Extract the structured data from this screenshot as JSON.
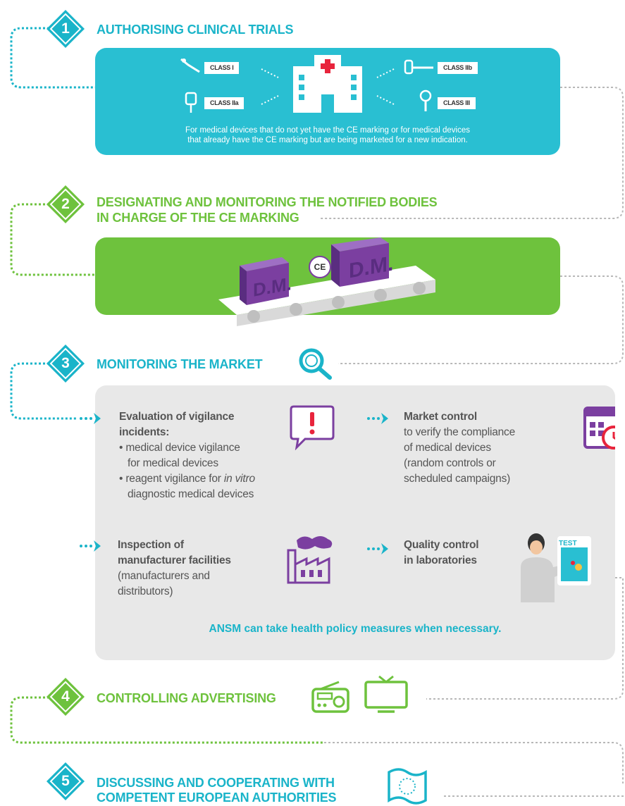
{
  "colors": {
    "cyan": "#1ab4c9",
    "green": "#6ec23d",
    "purple": "#7b3fa0",
    "gray_panel": "#e8e8e8",
    "dotted": "#b0b0b0"
  },
  "steps": [
    {
      "number": "1",
      "title": "AUTHORISING CLINICAL TRIALS",
      "color": "cyan"
    },
    {
      "number": "2",
      "title_line1": "DESIGNATING AND MONITORING THE NOTIFIED BODIES",
      "title_line2": "IN CHARGE OF THE CE MARKING",
      "color": "green"
    },
    {
      "number": "3",
      "title": "MONITORING THE MARKET",
      "color": "cyan"
    },
    {
      "number": "4",
      "title": "CONTROLLING ADVERTISING",
      "color": "green"
    },
    {
      "number": "5",
      "title_line1": "DISCUSSING AND COOPERATING WITH",
      "title_line2": "COMPETENT EUROPEAN AUTHORITIES",
      "color": "cyan"
    }
  ],
  "panel1": {
    "classes": [
      "CLASS I",
      "CLASS IIa",
      "CLASS IIb",
      "CLASS III"
    ],
    "text_line1": "For medical devices that do not yet have the CE marking or for medical devices",
    "text_line2": "that already have the CE marking but are being marketed for a new indication."
  },
  "panel2": {
    "box_label": "D.M.",
    "ce_mark": "CE"
  },
  "panel3": {
    "vigilance": {
      "heading_line1": "Evaluation of vigilance",
      "heading_line2": "incidents:",
      "bullet1_line1": "• medical device vigilance",
      "bullet1_line2": "for medical devices",
      "bullet2_prefix": "• reagent vigilance for ",
      "bullet2_italic": "in vitro",
      "bullet2_line2": "diagnostic medical devices",
      "icon": "alert-speech-bubble-icon"
    },
    "market_control": {
      "heading": "Market control",
      "line2": "to verify the compliance",
      "line3": "of medical devices",
      "line4": "(random controls or",
      "line5": "scheduled campaigns)",
      "icon": "calendar-clock-icon"
    },
    "inspection": {
      "heading_line1": "Inspection of",
      "heading_line2": "manufacturer facilities",
      "line3": "(manufacturers and",
      "line4": "distributors)",
      "icon": "factory-icon"
    },
    "quality": {
      "heading_line1": "Quality control",
      "heading_line2": "in laboratories",
      "test_label": "TEST",
      "icon": "lab-technician-icon"
    },
    "measures": "ANSM can take health policy measures when necessary."
  },
  "icons": [
    "hospital-icon",
    "magnifier-icon",
    "radio-icon",
    "tv-icon",
    "eu-flag-icon"
  ]
}
